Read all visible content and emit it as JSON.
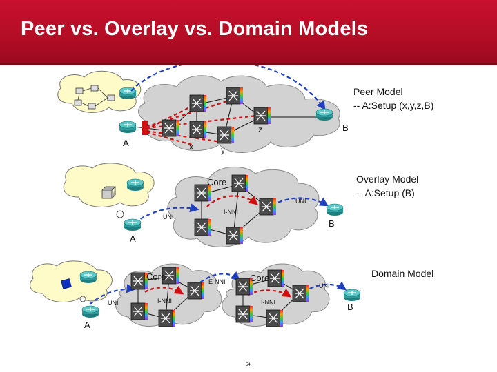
{
  "title": "Peer vs. Overlay vs. Domain Models",
  "peer": {
    "heading": "Peer Model",
    "sub": "-- A:Setup (x,y,z,B)",
    "labels": {
      "a": "A",
      "x": "x",
      "y": "y",
      "z": "z",
      "b": "B"
    }
  },
  "overlay": {
    "heading": "Overlay Model",
    "sub": "-- A:Setup (B)",
    "core": "Core",
    "uni_left": "UNI",
    "uni_right": "UNI",
    "inni": "I-NNI",
    "a": "A",
    "b": "B"
  },
  "domain": {
    "heading": "Domain Model",
    "core_left": "Core",
    "core_right": "Core",
    "enni": "E-NNI",
    "uni_left": "UNI",
    "uni_right": "UNI",
    "inni_left": "I-NNI",
    "inni_right": "I-NNI",
    "a": "A",
    "b": "B"
  },
  "page_number": "54",
  "colors": {
    "header": "#c8102e",
    "signal_blue": "#1f3fbf",
    "signal_red": "#d01010",
    "cloud_yellow": "#fffbc8",
    "cloud_gray": "#d2d2d2",
    "router": "#2a9c9c"
  }
}
